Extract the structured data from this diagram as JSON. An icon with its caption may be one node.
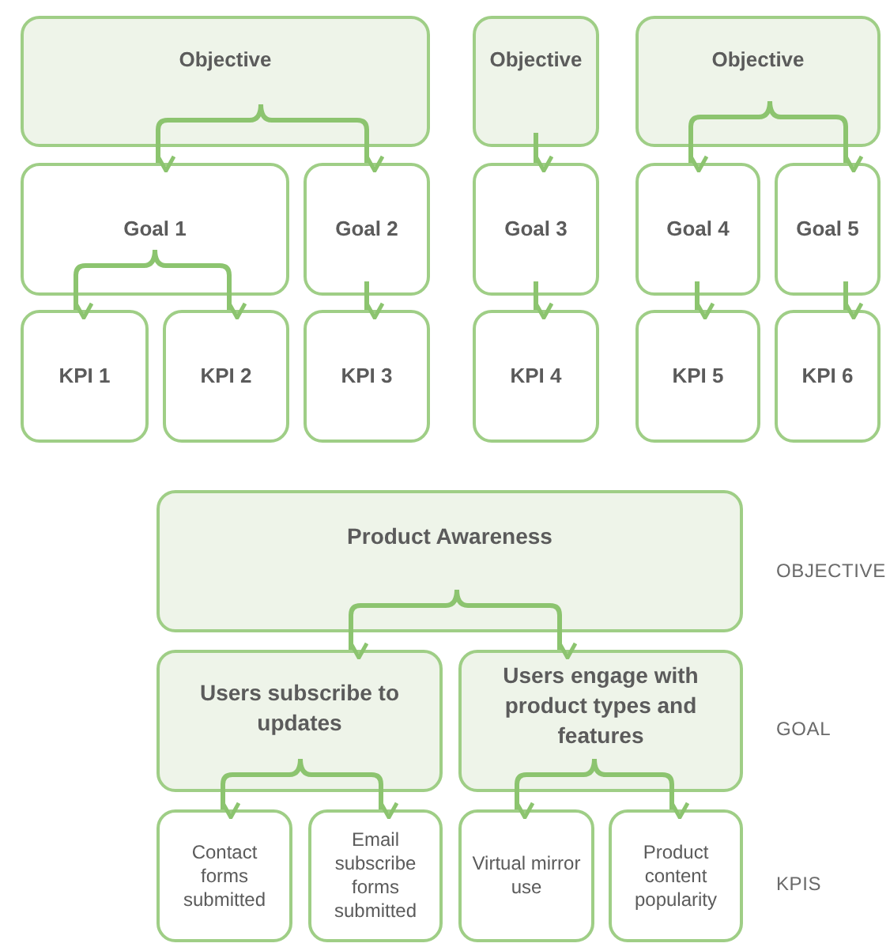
{
  "diagram": {
    "nodes": [
      {
        "text": [
          "Objective"
        ]
      },
      {
        "text": [
          "Objective"
        ]
      },
      {
        "text": [
          "Objective"
        ]
      },
      {
        "text": [
          "Goal 1"
        ]
      },
      {
        "text": [
          "Goal 2"
        ]
      },
      {
        "text": [
          "Goal 3"
        ]
      },
      {
        "text": [
          "Goal 4"
        ]
      },
      {
        "text": [
          "Goal 5"
        ]
      },
      {
        "text": [
          "KPI 1"
        ]
      },
      {
        "text": [
          "KPI 2"
        ]
      },
      {
        "text": [
          "KPI 3"
        ]
      },
      {
        "text": [
          "KPI 4"
        ]
      },
      {
        "text": [
          "KPI 5"
        ]
      },
      {
        "text": [
          "KPI 6"
        ]
      },
      {
        "text": [
          "Product Awareness"
        ]
      },
      {
        "text": [
          "Users subscribe to updates"
        ]
      },
      {
        "text": [
          "Users engage with product types and features"
        ]
      },
      {
        "text": [
          "Contact forms submitted"
        ]
      },
      {
        "text": [
          "Email subscribe forms submitted"
        ]
      },
      {
        "text": [
          "Virtual mirror use"
        ]
      },
      {
        "text": [
          "Product content popularity"
        ]
      }
    ],
    "edges": [
      {
        "from": 0,
        "to": 3,
        "arrow": "to"
      },
      {
        "from": 0,
        "to": 4,
        "arrow": "to"
      },
      {
        "from": 1,
        "to": 5,
        "arrow": "to"
      },
      {
        "from": 2,
        "to": 6,
        "arrow": "to"
      },
      {
        "from": 2,
        "to": 7,
        "arrow": "to"
      },
      {
        "from": 3,
        "to": 8,
        "arrow": "to"
      },
      {
        "from": 3,
        "to": 9,
        "arrow": "to"
      },
      {
        "from": 4,
        "to": 10,
        "arrow": "to"
      },
      {
        "from": 5,
        "to": 11,
        "arrow": "to"
      },
      {
        "from": 6,
        "to": 12,
        "arrow": "to"
      },
      {
        "from": 7,
        "to": 13,
        "arrow": "to"
      },
      {
        "from": 14,
        "to": 15,
        "arrow": "to"
      },
      {
        "from": 14,
        "to": 16,
        "arrow": "to"
      },
      {
        "from": 15,
        "to": 17,
        "arrow": "to"
      },
      {
        "from": 15,
        "to": 18,
        "arrow": "to"
      },
      {
        "from": 16,
        "to": 19,
        "arrow": "to"
      },
      {
        "from": 16,
        "to": 20,
        "arrow": "to"
      }
    ],
    "labels": [
      "OBJECTIVE",
      "GOAL",
      "KPIS"
    ]
  }
}
